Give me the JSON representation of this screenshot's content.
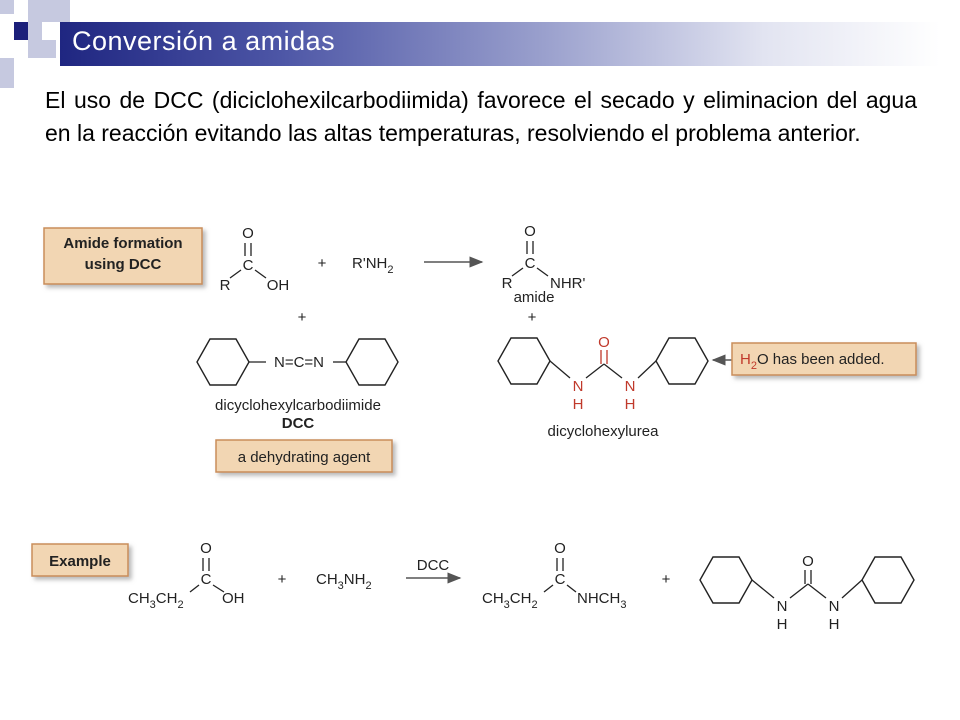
{
  "slide": {
    "title": "Conversión a amidas",
    "paragraph": "El uso de DCC (diciclohexilcarbodiimida) favorece el secado y eliminacion del agua en la reacción evitando las altas temperaturas, resolviendo el problema anterior."
  },
  "scheme1": {
    "box_line1": "Amide formation",
    "box_line2": "using DCC",
    "acid_O": "O",
    "acid_C": "C",
    "acid_R": "R",
    "acid_OH": "OH",
    "plus1": "+",
    "amine": "R'NH",
    "amine_sub": "2",
    "amide_O": "O",
    "amide_C": "C",
    "amide_R": "R",
    "amide_N": "NHR'",
    "amide_label": "amide",
    "plus_left": "+",
    "plus_right": "+",
    "dcc_chain": "N=C=N",
    "dcc_name": "dicyclohexylcarbodiimide",
    "dcc_abbr": "DCC",
    "agent_box": "a dehydrating agent",
    "urea_O": "O",
    "urea_N": "N",
    "urea_H": "H",
    "urea_name": "dicyclohexylurea",
    "water_box_H": "H",
    "water_box_sub": "2",
    "water_box_rest": "O has been added."
  },
  "scheme2": {
    "box": "Example",
    "acid_O": "O",
    "acid_C": "C",
    "acid_left": "CH",
    "acid_OH": "OH",
    "plus1": "+",
    "amine": "CH",
    "amine_mid": "NH",
    "reagent": "DCC",
    "amide_O": "O",
    "amide_C": "C",
    "amide_left": "CH",
    "amide_right": "NHCH",
    "plus2": "+",
    "urea_O": "O",
    "urea_N": "N",
    "urea_H": "H",
    "sub2": "2",
    "sub3": "3"
  },
  "colors": {
    "title_blue": "#1f2681",
    "box_fill": "#f2d6b3",
    "box_border": "#c98d5a",
    "urea_red": "#c0392b"
  }
}
